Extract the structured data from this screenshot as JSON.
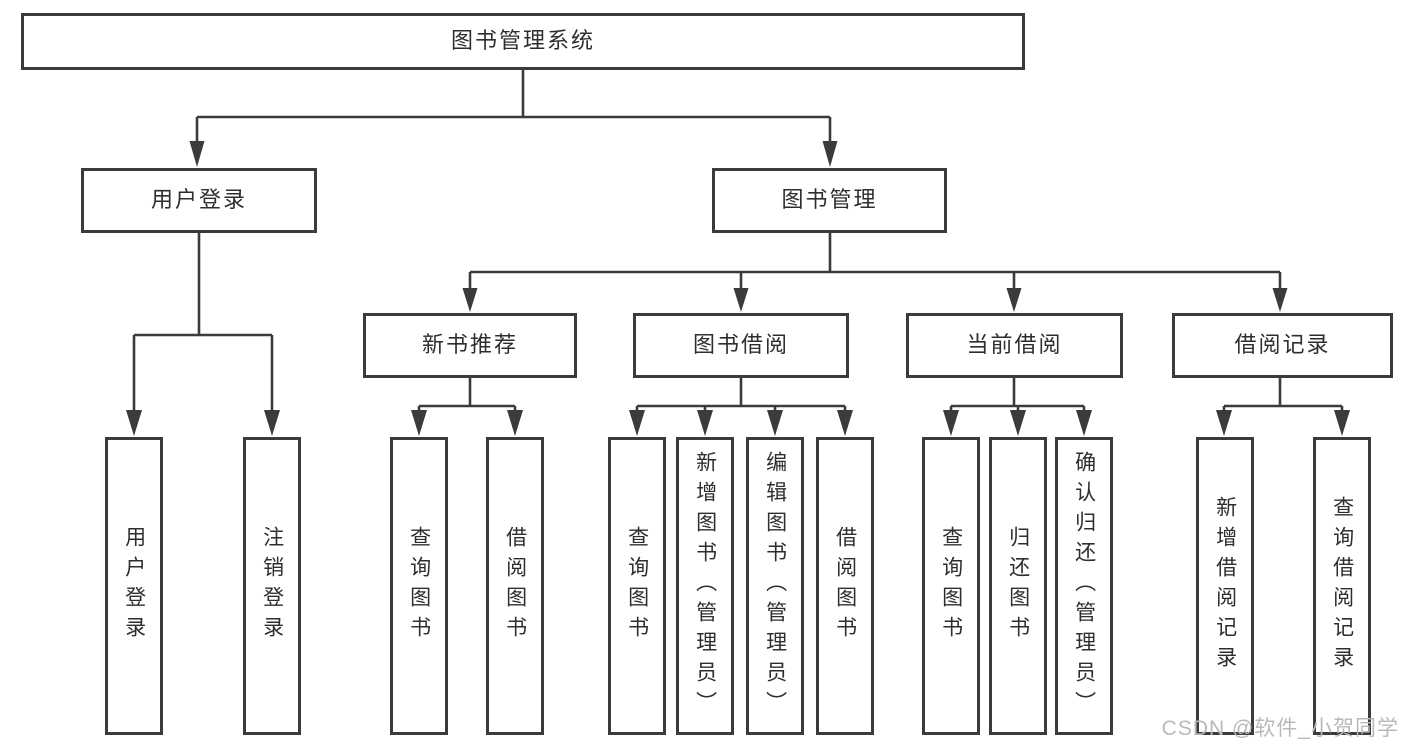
{
  "tree": {
    "root": "图书管理系统",
    "level1": [
      {
        "label": "用户登录",
        "children": [
          "用户登录",
          "注销登录"
        ]
      },
      {
        "label": "图书管理",
        "children": [
          {
            "label": "新书推荐",
            "children": [
              "查询图书",
              "借阅图书"
            ]
          },
          {
            "label": "图书借阅",
            "children": [
              "查询图书",
              "新增图书（管理员）",
              "编辑图书（管理员）",
              "借阅图书"
            ]
          },
          {
            "label": "当前借阅",
            "children": [
              "查询图书",
              "归还图书",
              "确认归还（管理员）"
            ]
          },
          {
            "label": "借阅记录",
            "children": [
              "新增借阅记录",
              "查询借阅记录"
            ]
          }
        ]
      }
    ]
  },
  "watermark": "CSDN @软件_小贺同学",
  "colors": {
    "line": "#3b3b3b",
    "text": "#2e2e2e",
    "watermark_text": "#b9b9b9",
    "background": "#ffffff"
  }
}
